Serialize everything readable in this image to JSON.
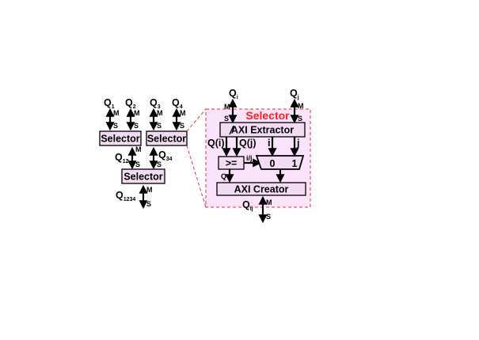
{
  "left": {
    "q1": {
      "main": "Q",
      "sub": "1"
    },
    "q2": {
      "main": "Q",
      "sub": "2"
    },
    "q3": {
      "main": "Q",
      "sub": "3"
    },
    "q4": {
      "main": "Q",
      "sub": "4"
    },
    "q12": {
      "main": "Q",
      "sub": "12"
    },
    "q34": {
      "main": "Q",
      "sub": "34"
    },
    "q1234": {
      "main": "Q",
      "sub": "1234"
    },
    "selector_label": "Selector",
    "m": "M",
    "s": "S"
  },
  "detail": {
    "title": "Selector",
    "qi": {
      "main": "Q",
      "sub": "i"
    },
    "qj": {
      "main": "Q",
      "sub": "j"
    },
    "qij": {
      "main": "Q",
      "sub": "ij"
    },
    "extractor": "AXI Extractor",
    "creator": "AXI Creator",
    "qi_paren": "Q(i)",
    "qj_paren": "Q(j)",
    "i": "i",
    "j": "j",
    "comparator": ">=",
    "ij": "i/j",
    "zero": "0",
    "one": "1",
    "q": "Q",
    "m": "M",
    "s": "S"
  },
  "colors": {
    "title": "#ff2020",
    "panel_fill": "#fbe4fb",
    "panel_border": "#e53040",
    "box_fill": "#f3dcf3"
  }
}
